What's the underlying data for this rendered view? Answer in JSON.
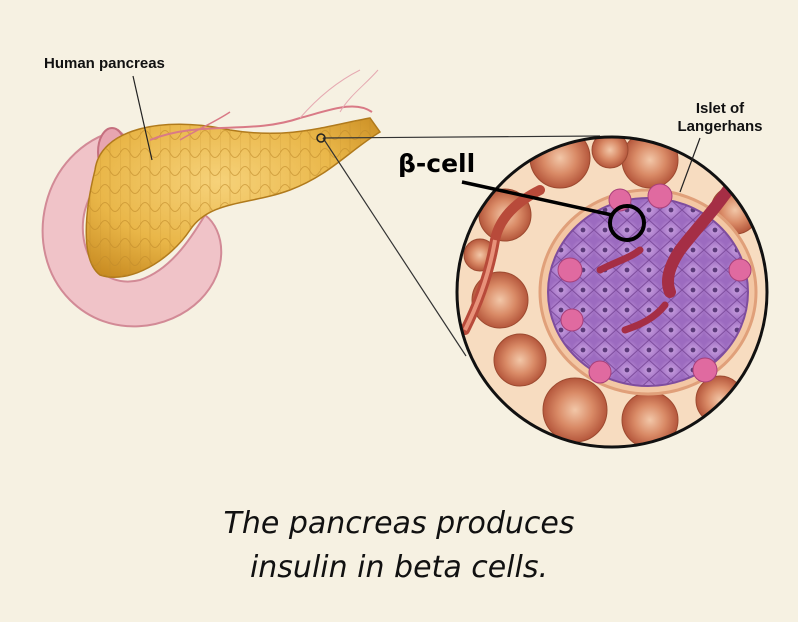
{
  "labels": {
    "pancreas": "Human pancreas",
    "islet_line1": "Islet of",
    "islet_line2": "Langerhans",
    "beta_cell": "β-cell"
  },
  "caption": {
    "line1": "The pancreas produces",
    "line2": "insulin in beta cells."
  },
  "colors": {
    "background": "#f6f1e2",
    "pancreas": "#e9b648",
    "duodenum": "#f0b9c0",
    "islet_cells": "#b98ad3",
    "acini": "#c96a4e",
    "vessel": "#b33b52"
  }
}
